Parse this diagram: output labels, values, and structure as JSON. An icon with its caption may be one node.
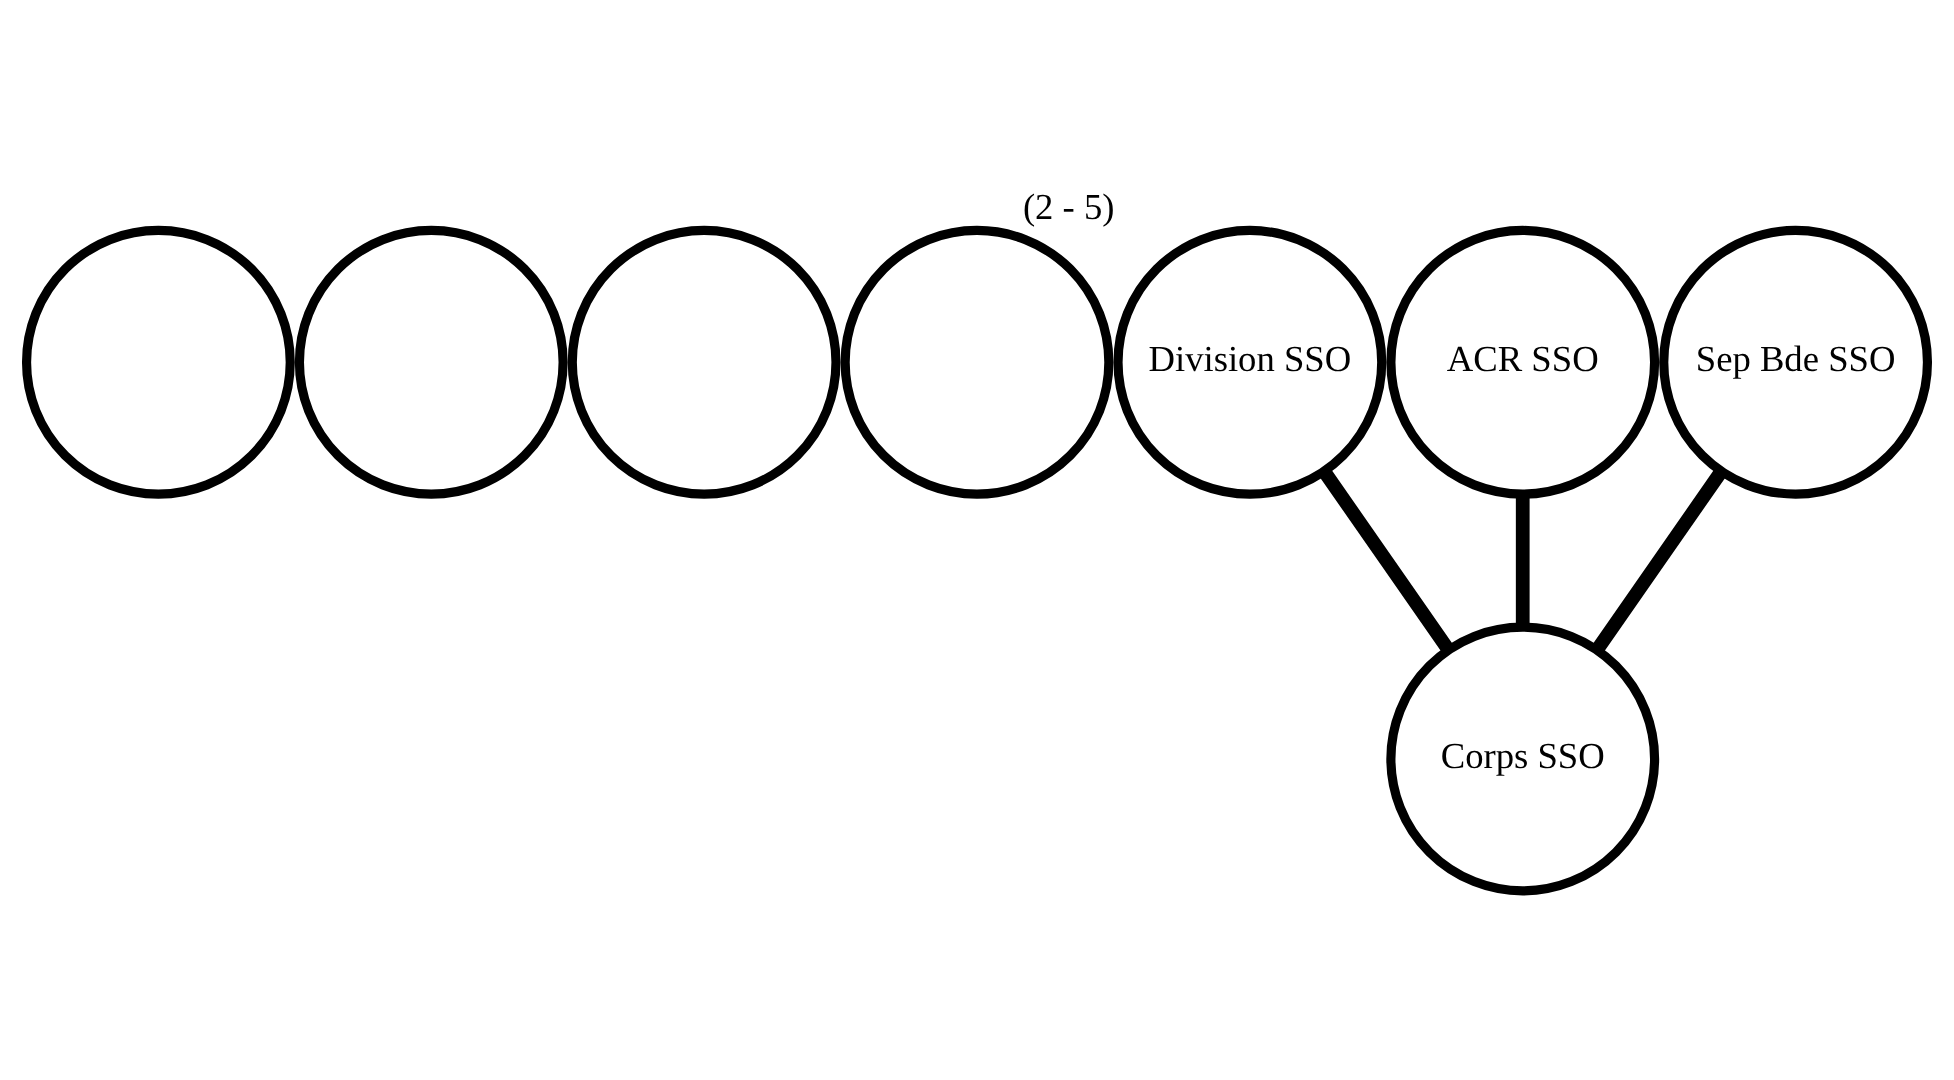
{
  "diagram": {
    "nodes": [
      {
        "text": [],
        "shape": "circle"
      },
      {
        "text": [],
        "shape": "circle"
      },
      {
        "text": [],
        "shape": "circle"
      },
      {
        "text": [],
        "shape": "circle"
      },
      {
        "text": [
          "Division SSO"
        ],
        "beside": [
          "(2 - 5)"
        ]
      },
      {
        "text": [
          "ACR SSO"
        ]
      },
      {
        "text": [
          "Sep Bde SSO"
        ]
      },
      {
        "text": [
          "Corps SSO"
        ]
      }
    ],
    "edges": [
      {
        "from": 4,
        "to": 7,
        "arrow": "none"
      },
      {
        "from": 5,
        "to": 7,
        "arrow": "none"
      },
      {
        "from": 6,
        "to": 7,
        "arrow": "none"
      }
    ]
  }
}
